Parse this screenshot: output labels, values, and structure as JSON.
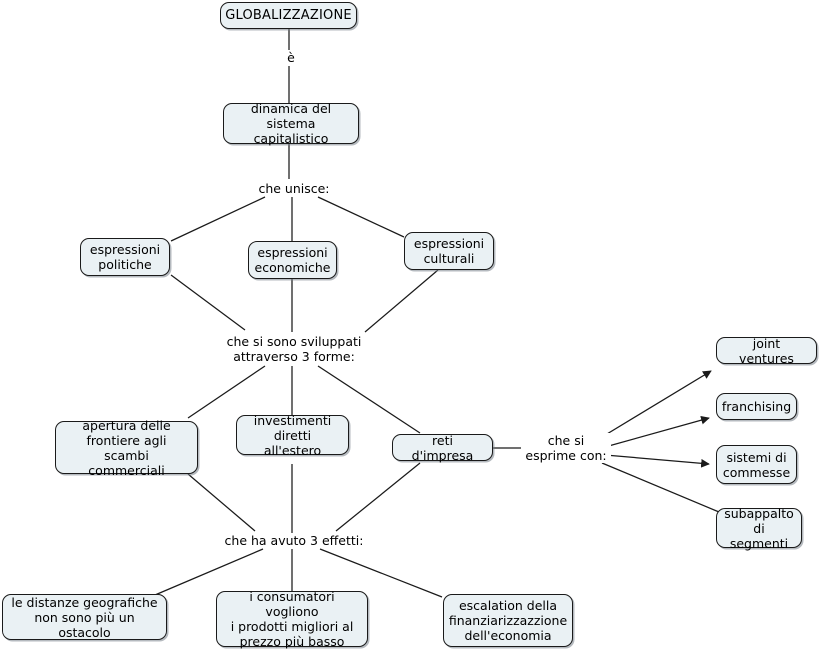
{
  "diagram": {
    "title": "GLOBALIZZAZIONE",
    "type": "concept-map",
    "language": "it",
    "colors": {
      "node_fill": "#eaf1f4",
      "node_border": "#1a1a1a",
      "edge": "#1a1a1a",
      "text": "#000000",
      "background": "#ffffff"
    }
  },
  "nodes": {
    "root": "GLOBALIZZAZIONE",
    "dinamica": "dinamica del\nsistema capitalistico",
    "espressioni_politiche": "espressioni\npolitiche",
    "espressioni_economiche": "espressioni\neconomiche",
    "espressioni_culturali": "espressioni\nculturali",
    "apertura": "apertura delle\nfrontiere agli scambi\ncommerciali",
    "investimenti": "investimenti\ndiretti all'estero",
    "reti": "reti d'impresa",
    "joint_ventures": "joint ventures",
    "franchising": "franchising",
    "sistemi_commesse": "sistemi di\ncommesse",
    "subappalto": "subappalto\ndi segmenti",
    "distanze": "le distanze geografiche\nnon sono più un ostacolo",
    "consumatori": "i consumatori vogliono\ni prodotti migliori al\nprezzo più basso",
    "escalation": "escalation della\nfinanziarizzazzione\ndell'economia"
  },
  "link_labels": {
    "e": "è",
    "che_unisce": "che unisce:",
    "tre_forme": "che si sono sviluppati\nattraverso 3 forme:",
    "esprime_con": "che si\nesprime con:",
    "tre_effetti": "che ha avuto 3 effetti:"
  }
}
